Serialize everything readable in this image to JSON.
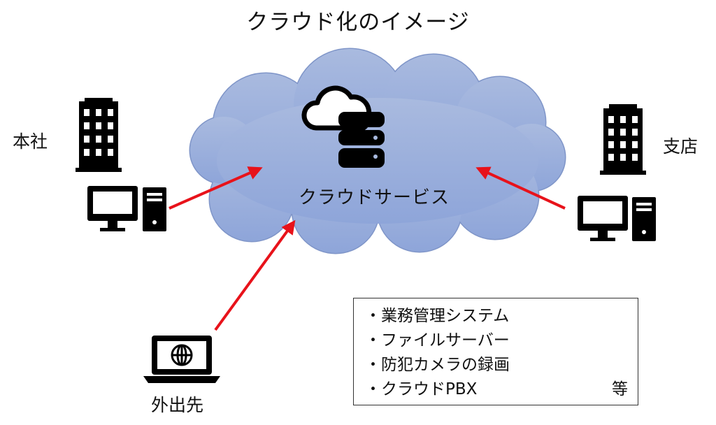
{
  "title": "クラウド化のイメージ",
  "nodes": {
    "head_office": "本社",
    "branch": "支店",
    "remote": "外出先",
    "cloud": "クラウドサービス"
  },
  "services": {
    "items": [
      "業務管理システム",
      "ファイルサーバー",
      "防犯カメラの録画",
      "クラウドPBX"
    ],
    "etc": "等"
  },
  "colors": {
    "cloud_top": "#a9badf",
    "cloud_bottom": "#8ea5d9",
    "cloud_stroke": "#7f95c8",
    "arrow": "#e8121a",
    "icon": "#000000"
  }
}
